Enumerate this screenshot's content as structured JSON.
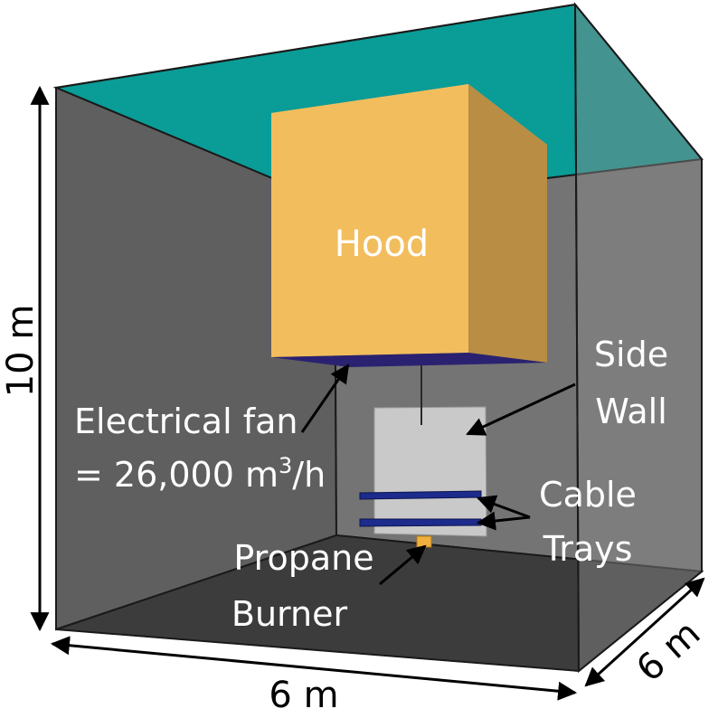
{
  "labels": {
    "hood": "Hood",
    "side_wall_line1": "Side",
    "side_wall_line2": "Wall",
    "fan_line1": "Electrical fan",
    "fan_line2_prefix": "= 26,000 m",
    "fan_line2_sup": "3",
    "fan_line2_suffix": "/h",
    "cable_line1": "Cable",
    "cable_line2": "Trays",
    "burner_line1": "Propane",
    "burner_line2": "Burner"
  },
  "dimensions": {
    "height": "10 m",
    "width": "6 m",
    "depth": "6 m"
  },
  "colors": {
    "ceiling": "#0a9c96",
    "walls": "#6e6e6e",
    "floor": "#3f3f3f",
    "hood_front": "#f2bd5c",
    "hood_side": "#b98d43",
    "hood_top": "#e5c17c",
    "side_wall_panel": "#c9c9c9",
    "cable_tray": "#1c2b8c",
    "burner": "#f0b040"
  }
}
